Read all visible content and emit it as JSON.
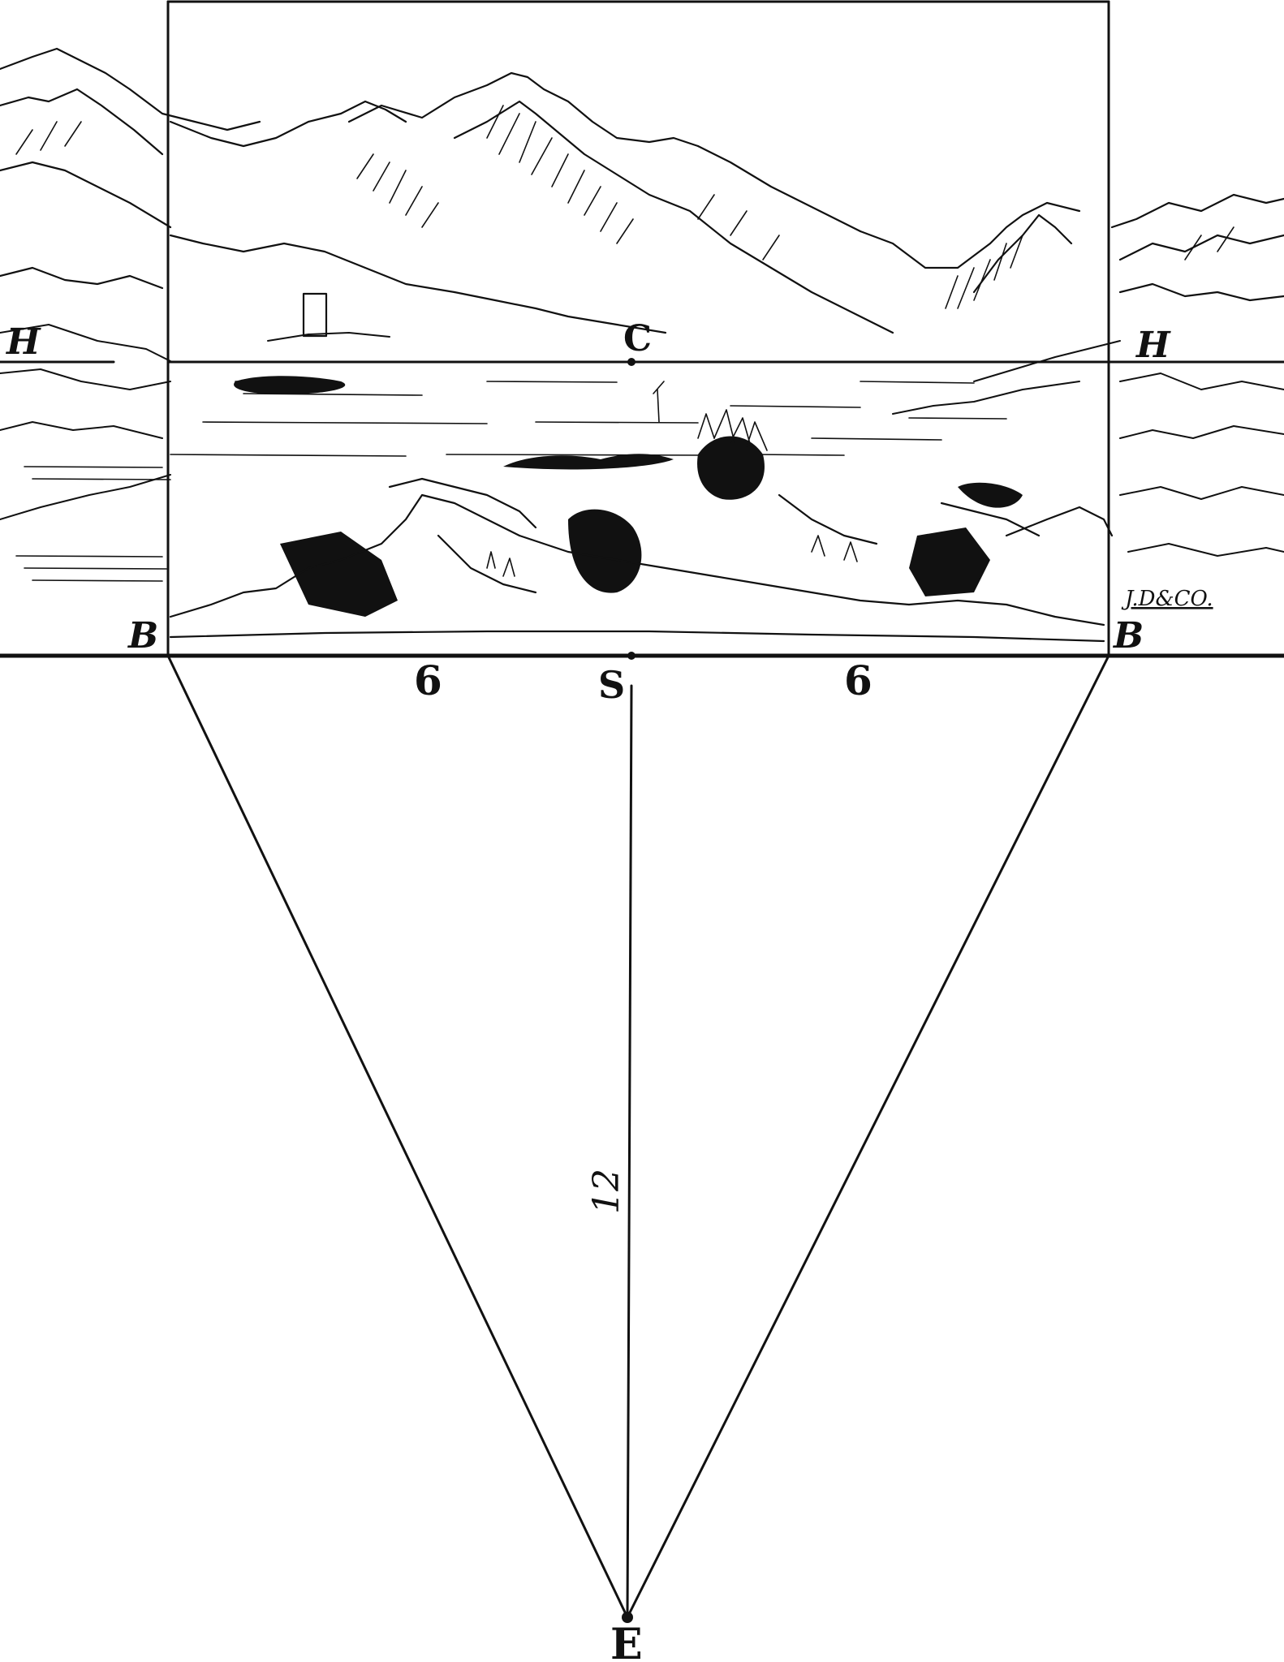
{
  "labels": {
    "h_left": "H",
    "h_right": "H",
    "c": "C",
    "b_left": "B",
    "b_right": "B",
    "s": "S",
    "e": "E",
    "dist_left": "6",
    "dist_right": "6",
    "dist_eye": "12",
    "signature": "J.D&CO."
  },
  "colors": {
    "ink": "#111111",
    "paper": "#ffffff"
  }
}
